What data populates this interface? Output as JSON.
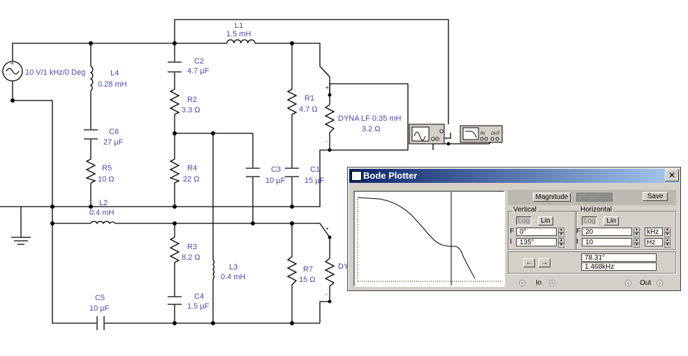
{
  "schematic": {
    "source": "10 V/1 kHz/0 Deg",
    "components": {
      "L1": {
        "name": "L1",
        "value": "1.5 mH"
      },
      "L4": {
        "name": "L4",
        "value": "0.28 mH"
      },
      "C2": {
        "name": "C2",
        "value": "4.7 µF"
      },
      "R2": {
        "name": "R2",
        "value": "3.3 Ω"
      },
      "R1": {
        "name": "R1",
        "value": "4.7 Ω"
      },
      "C6": {
        "name": "C6",
        "value": "27 µF"
      },
      "R5": {
        "name": "R5",
        "value": "10 Ω"
      },
      "R4": {
        "name": "R4",
        "value": "22 Ω"
      },
      "C3": {
        "name": "C3",
        "value": "10 µF"
      },
      "C1": {
        "name": "C1",
        "value": "15 µF"
      },
      "L2": {
        "name": "L2",
        "value": "0.4 mH"
      },
      "R3": {
        "name": "R3",
        "value": "8.2 Ω"
      },
      "L3": {
        "name": "L3",
        "value": "0.4 mH"
      },
      "R7": {
        "name": "R7",
        "value": "15 Ω"
      },
      "C4": {
        "name": "C4",
        "value": "1.5 µF"
      },
      "C5": {
        "name": "C5",
        "value": "10 µF"
      }
    },
    "speaker_top": {
      "name": "DYNA LF 0.35 mH",
      "value": "3.2 Ω"
    },
    "speaker_bottom": {
      "name": "DY"
    },
    "instrument": {
      "in": "IN",
      "out": "OUT"
    }
  },
  "bode": {
    "title": "Bode Plotter",
    "close": "✕",
    "magnitude": "Magnitude",
    "phase": "Phase",
    "save": "Save",
    "vertical": {
      "title": "Vertical",
      "log": "Log",
      "lin": "Lin",
      "f_label": "F",
      "f_value": "0°",
      "i_label": "I",
      "i_value": "135°"
    },
    "horizontal": {
      "title": "Horizontal",
      "log": "Log",
      "lin": "Lin",
      "f_label": "F",
      "f_value": "20",
      "f_unit": "kHz",
      "i_label": "I",
      "i_value": "10",
      "i_unit": "Hz"
    },
    "readout_phase": "78.31°",
    "readout_freq": "1.468kHz",
    "left_arrow": "←",
    "right_arrow": "→",
    "in_label": "In",
    "out_label": "Out"
  }
}
